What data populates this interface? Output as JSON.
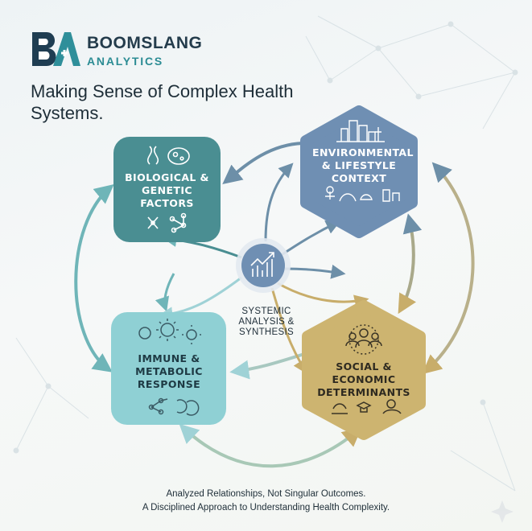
{
  "brand": {
    "name": "BOOMSLANG",
    "sub": "ANALYTICS",
    "logo_letters": "BA"
  },
  "headline": "Making Sense of Complex Health Systems.",
  "nodes": {
    "biological": {
      "title": "BIOLOGICAL & GENETIC FACTORS",
      "color": "#4a8e92"
    },
    "environmental": {
      "title": "ENVIRONMENTAL & LIFESTYLE CONTEXT",
      "color": "#6f8fb3"
    },
    "immune": {
      "title": "IMMUNE & METABOLIC RESPONSE",
      "color": "#8fd0d4"
    },
    "social": {
      "title": "SOCIAL & ECONOMIC DETERMINANTS",
      "color": "#cdb470"
    }
  },
  "center": {
    "label": "SYSTEMIC ANALYSIS & SYNTHESIS",
    "color": "#6f8fb3"
  },
  "footer": {
    "line1": "Analyzed Relationships, Not Singular Outcomes.",
    "line2": "A Disciplined Approach to Understanding Health Complexity."
  }
}
